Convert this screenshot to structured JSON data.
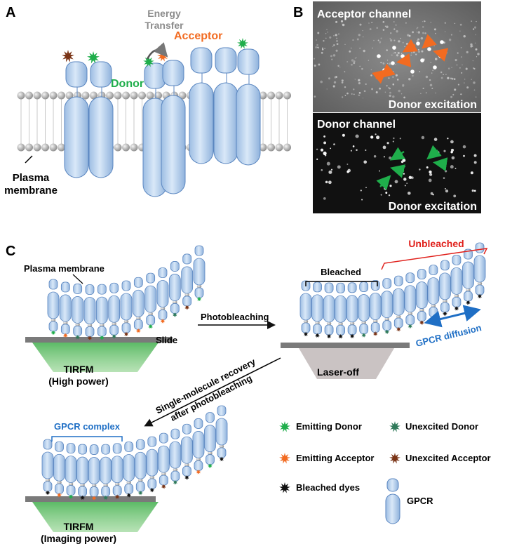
{
  "panels": {
    "a": "A",
    "b": "B",
    "c": "C"
  },
  "panel_a": {
    "energy_transfer": [
      "Energy",
      "Transfer"
    ],
    "acceptor": "Acceptor",
    "donor": "Donor",
    "membrane_label": [
      "Plasma",
      "membrane"
    ]
  },
  "panel_b": {
    "top_title": "Acceptor channel",
    "top_sub": "Donor excitation",
    "bottom_title": "Donor channel",
    "bottom_sub": "Donor excitation"
  },
  "panel_c": {
    "plasma_membrane": "Plasma membrane",
    "slide": "Slide",
    "tirfm_high": [
      "TIRFM",
      "(High power)"
    ],
    "photobleaching": "Photobleaching",
    "bleached": "Bleached",
    "unbleached": "Unbleached",
    "gpcr_diffusion": "GPCR diffusion",
    "laser_off": "Laser-off",
    "recovery": [
      "Single-molecule recovery",
      "after photobleaching"
    ],
    "gpcr_complex": "GPCR complex",
    "tirfm_imaging": [
      "TIRFM",
      "(Imaging power)"
    ]
  },
  "legend": {
    "emitting_donor": "Emitting Donor",
    "unexcited_donor": "Unexcited Donor",
    "emitting_acceptor": "Emitting Acceptor",
    "unexcited_acceptor": "Unexcited Acceptor",
    "bleached_dyes": "Bleached dyes",
    "gpcr": "GPCR"
  },
  "colors": {
    "donor_green": "#1fae4b",
    "acceptor_orange": "#f26b21",
    "unbleached_red": "#e0201b",
    "gpcr_blue": "#1f6fc5",
    "unexcited_donor": "#2f7a5a",
    "unexcited_acceptor": "#7a3416",
    "receptor_fill": "#b9d3ef",
    "energy_grey": "#8c8c8c"
  }
}
